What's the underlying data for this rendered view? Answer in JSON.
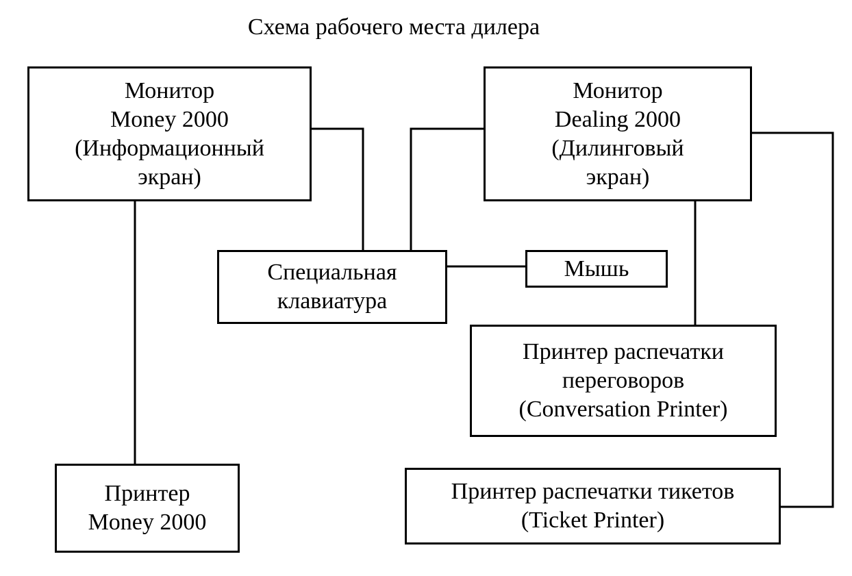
{
  "title": "Схема рабочего места дилера",
  "nodes": {
    "money_monitor": {
      "lines": [
        "Монитор",
        "Money 2000",
        "(Информационный",
        "экран)"
      ]
    },
    "dealing_monitor": {
      "lines": [
        "Монитор",
        "Dealing 2000",
        "(Дилинговый",
        "экран)"
      ]
    },
    "keyboard": {
      "lines": [
        "Специальная",
        "клавиатура"
      ]
    },
    "mouse": {
      "lines": [
        "Мышь"
      ]
    },
    "conversation_printer": {
      "lines": [
        "Принтер распечатки",
        "переговоров",
        "(Conversation Printer)"
      ]
    },
    "money_printer": {
      "lines": [
        "Принтер",
        "Money 2000"
      ]
    },
    "ticket_printer": {
      "lines": [
        "Принтер распечатки тикетов",
        "(Ticket Printer)"
      ]
    }
  },
  "edges": [
    {
      "from": "money_monitor",
      "to": "money_printer"
    },
    {
      "from": "money_monitor",
      "to": "keyboard"
    },
    {
      "from": "dealing_monitor",
      "to": "keyboard"
    },
    {
      "from": "keyboard",
      "to": "mouse"
    },
    {
      "from": "dealing_monitor",
      "to": "conversation_printer"
    },
    {
      "from": "dealing_monitor",
      "to": "ticket_printer"
    }
  ]
}
